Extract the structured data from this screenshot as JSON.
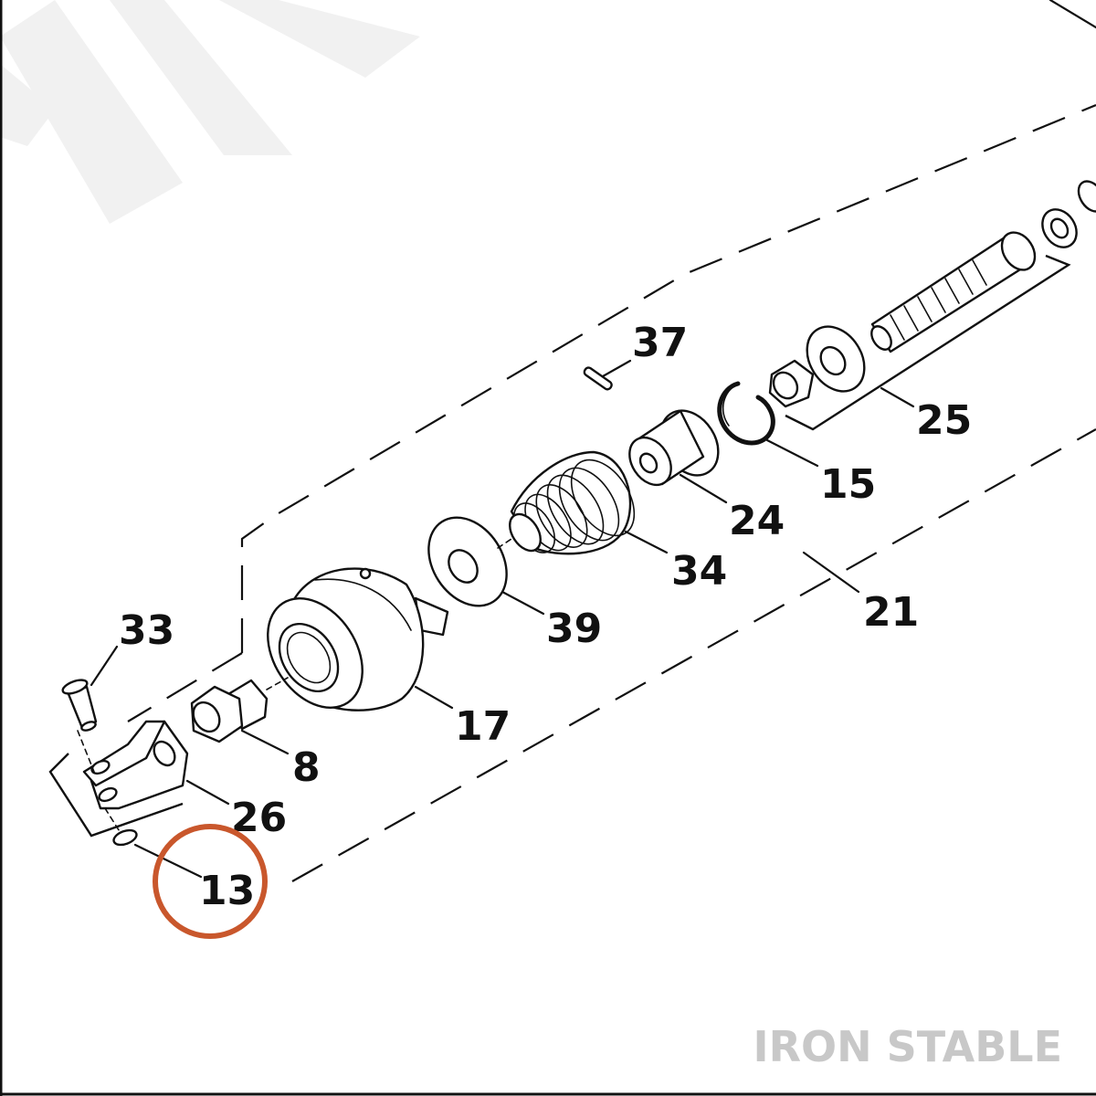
{
  "callouts": {
    "c37": "37",
    "c25": "25",
    "c15": "15",
    "c24": "24",
    "c34": "34",
    "c21": "21",
    "c39": "39",
    "c33": "33",
    "c17": "17",
    "c8": "8",
    "c26": "26",
    "c13": "13"
  },
  "highlighted_callout": "13",
  "brand": "IRON STABLE",
  "colors": {
    "highlight": "#c9572c",
    "brand": "#c8c8c8",
    "stripes": "#f1f1f1",
    "ink": "#111111"
  }
}
